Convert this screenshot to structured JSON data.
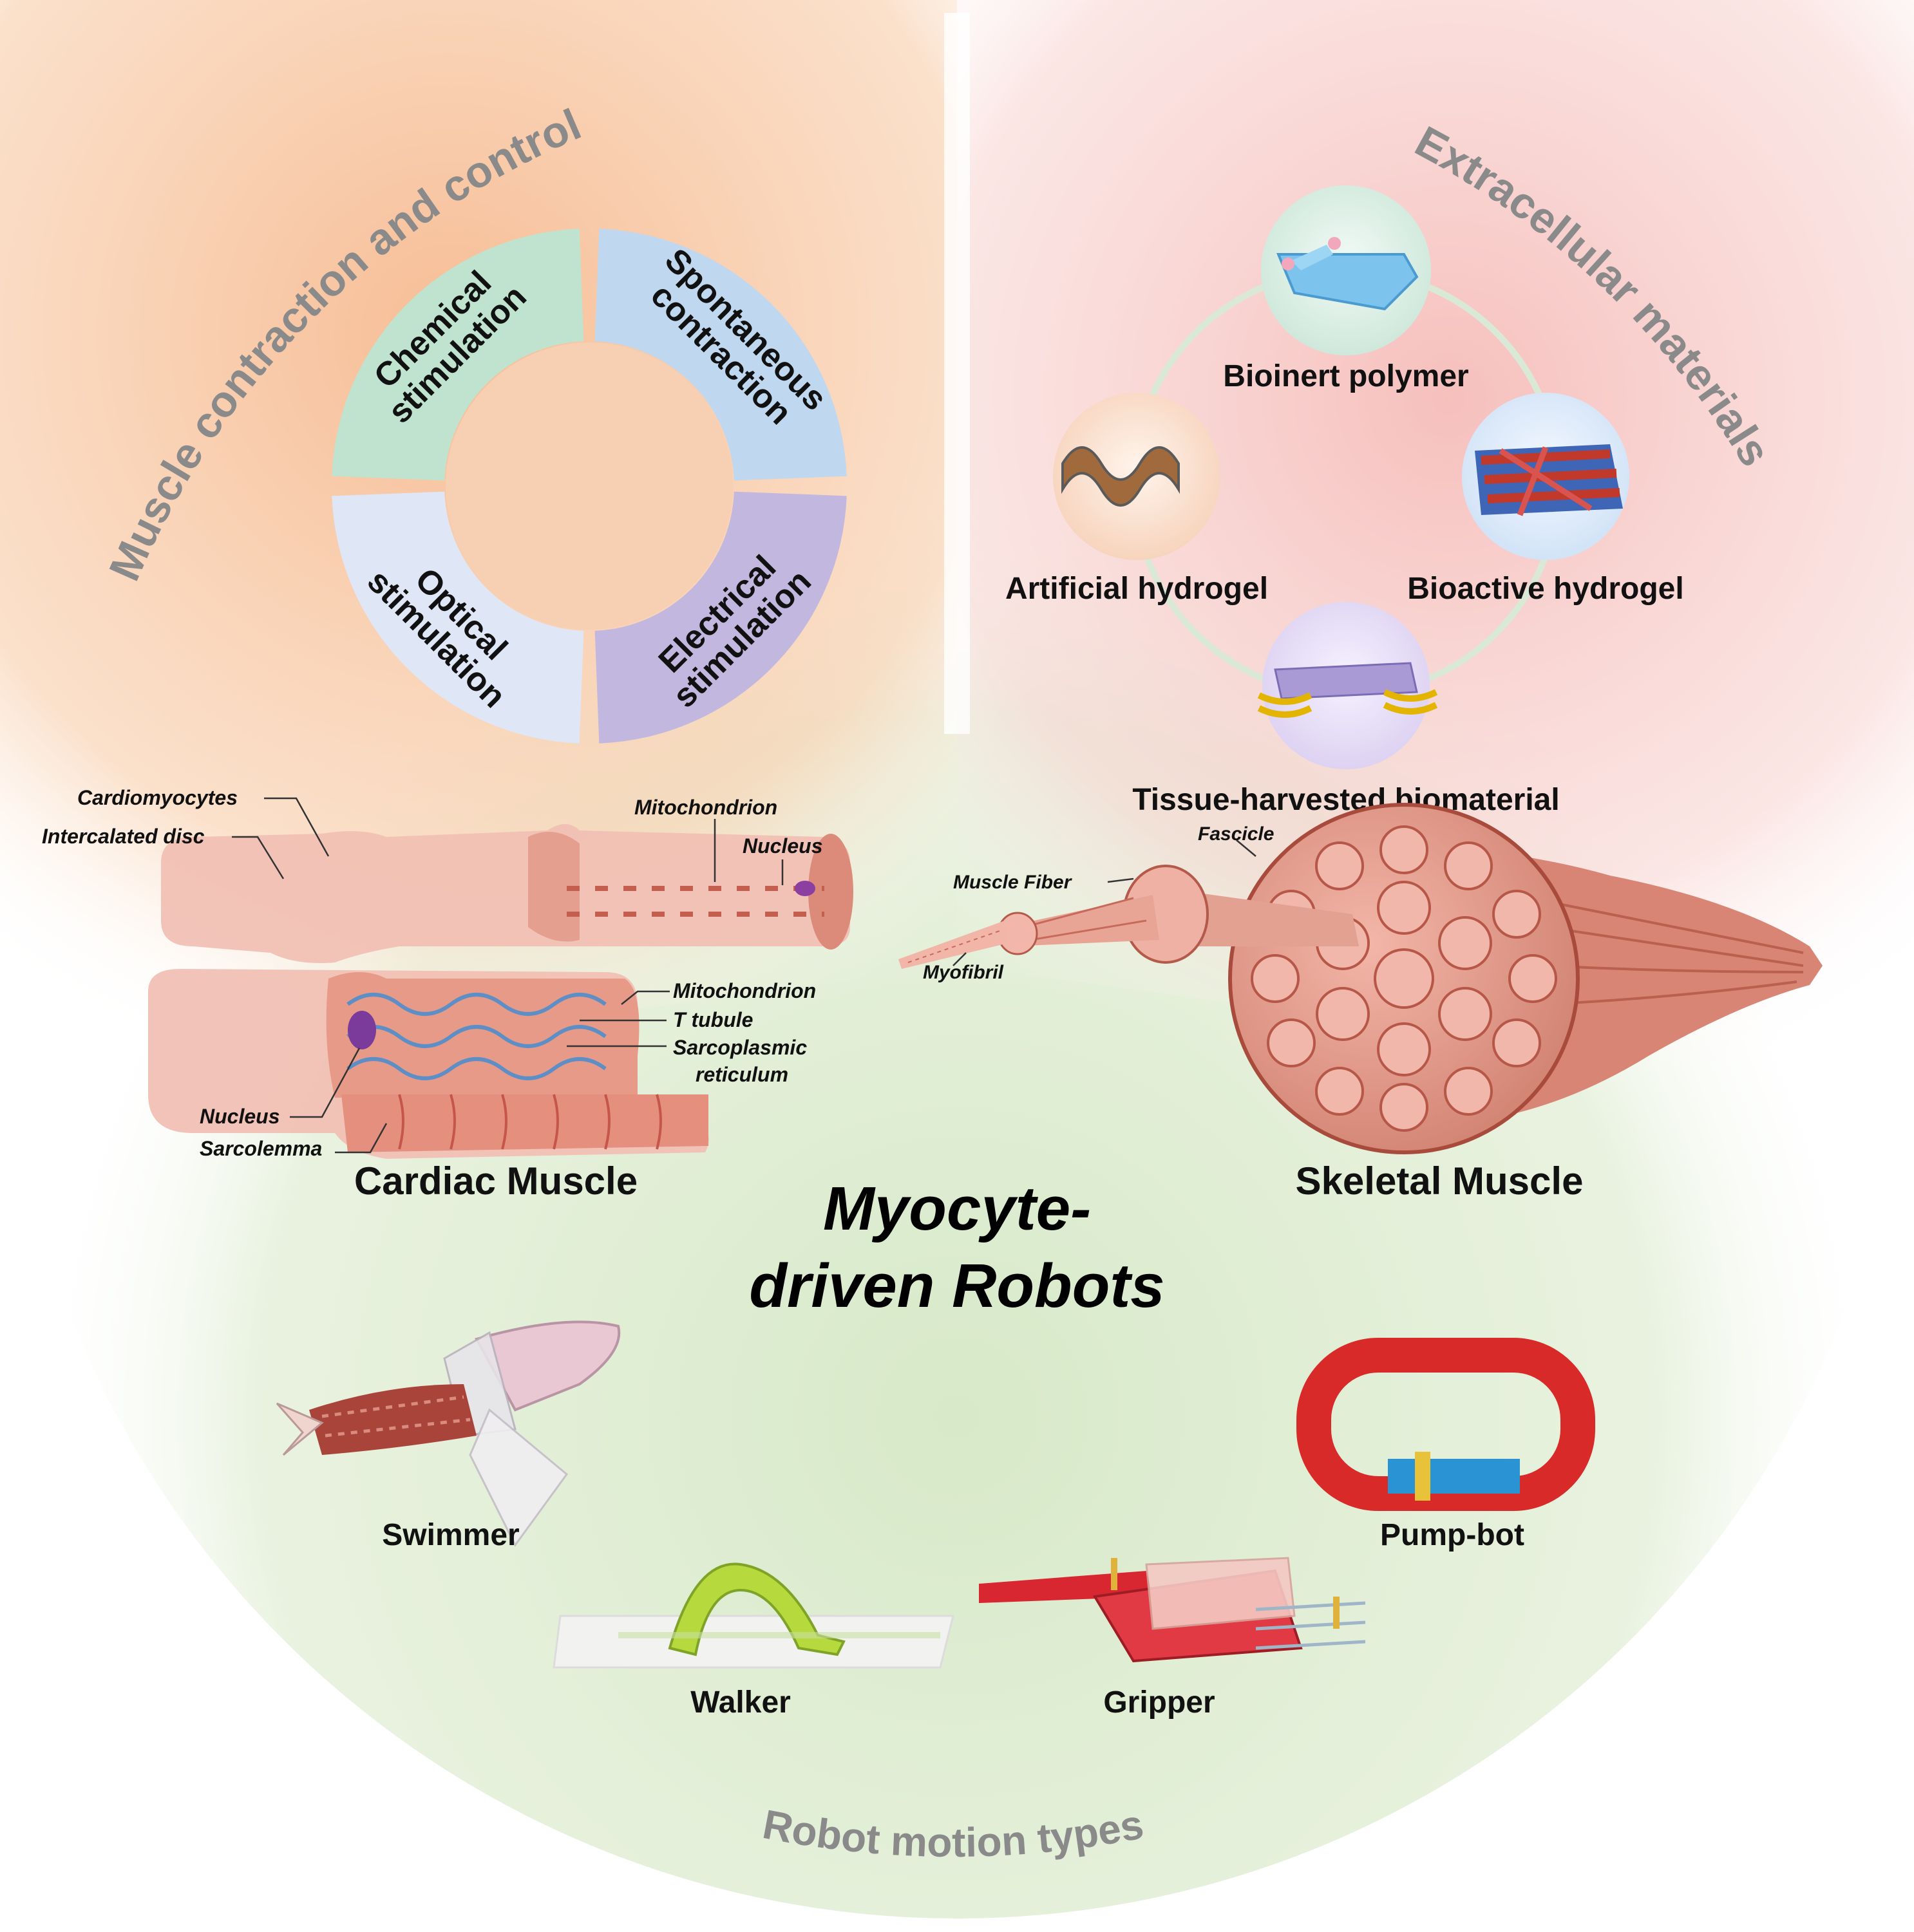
{
  "sections": {
    "muscle_control": {
      "title": "Muscle contraction and control"
    },
    "extracellular": {
      "title": "Extracellular materials"
    },
    "robot_motion": {
      "title": "Robot motion types"
    }
  },
  "ring": {
    "segments": [
      {
        "id": "chemical",
        "line1": "Chemical",
        "line2": "stimulation",
        "color": "#bfe3cf"
      },
      {
        "id": "spontaneous",
        "line1": "Spontaneous",
        "line2": "contraction",
        "color": "#bfd7ef"
      },
      {
        "id": "optical",
        "line1": "Optical",
        "line2": "stimulation",
        "color": "#dfe6f6"
      },
      {
        "id": "electrical",
        "line1": "Electrical",
        "line2": "stimulation",
        "color": "#c2b7de"
      }
    ]
  },
  "materials": {
    "bioinert": "Bioinert polymer",
    "artificial": "Artificial hydrogel",
    "bioactive": "Bioactive hydrogel",
    "tissue": "Tissue-harvested biomaterial"
  },
  "cardiac": {
    "title": "Cardiac Muscle",
    "labels": {
      "cardiomyocytes": "Cardiomyocytes",
      "intercalated_disc": "Intercalated disc",
      "mitochondrion_top": "Mitochondrion",
      "nucleus_top": "Nucleus",
      "mitochondrion": "Mitochondrion",
      "t_tubule": "T tubule",
      "sarcoplasmic_1": "Sarcoplasmic",
      "sarcoplasmic_2": "reticulum",
      "nucleus": "Nucleus",
      "sarcolemma": "Sarcolemma"
    }
  },
  "skeletal": {
    "title": "Skeletal Muscle",
    "labels": {
      "fascicle": "Fascicle",
      "muscle_fiber": "Muscle Fiber",
      "myofibril": "Myofibril"
    }
  },
  "center": {
    "line1": "Myocyte-",
    "line2": "driven Robots"
  },
  "robots": {
    "swimmer": "Swimmer",
    "walker": "Walker",
    "gripper": "Gripper",
    "pump_bot": "Pump-bot"
  },
  "colors": {
    "section_title": "#8a8a8a",
    "muscle": "#e9a394",
    "muscle_dark": "#c76a5a",
    "orange_zone": "#f7c9a4",
    "pink_zone": "#f6cdcb",
    "green_zone": "#dcebcf"
  }
}
